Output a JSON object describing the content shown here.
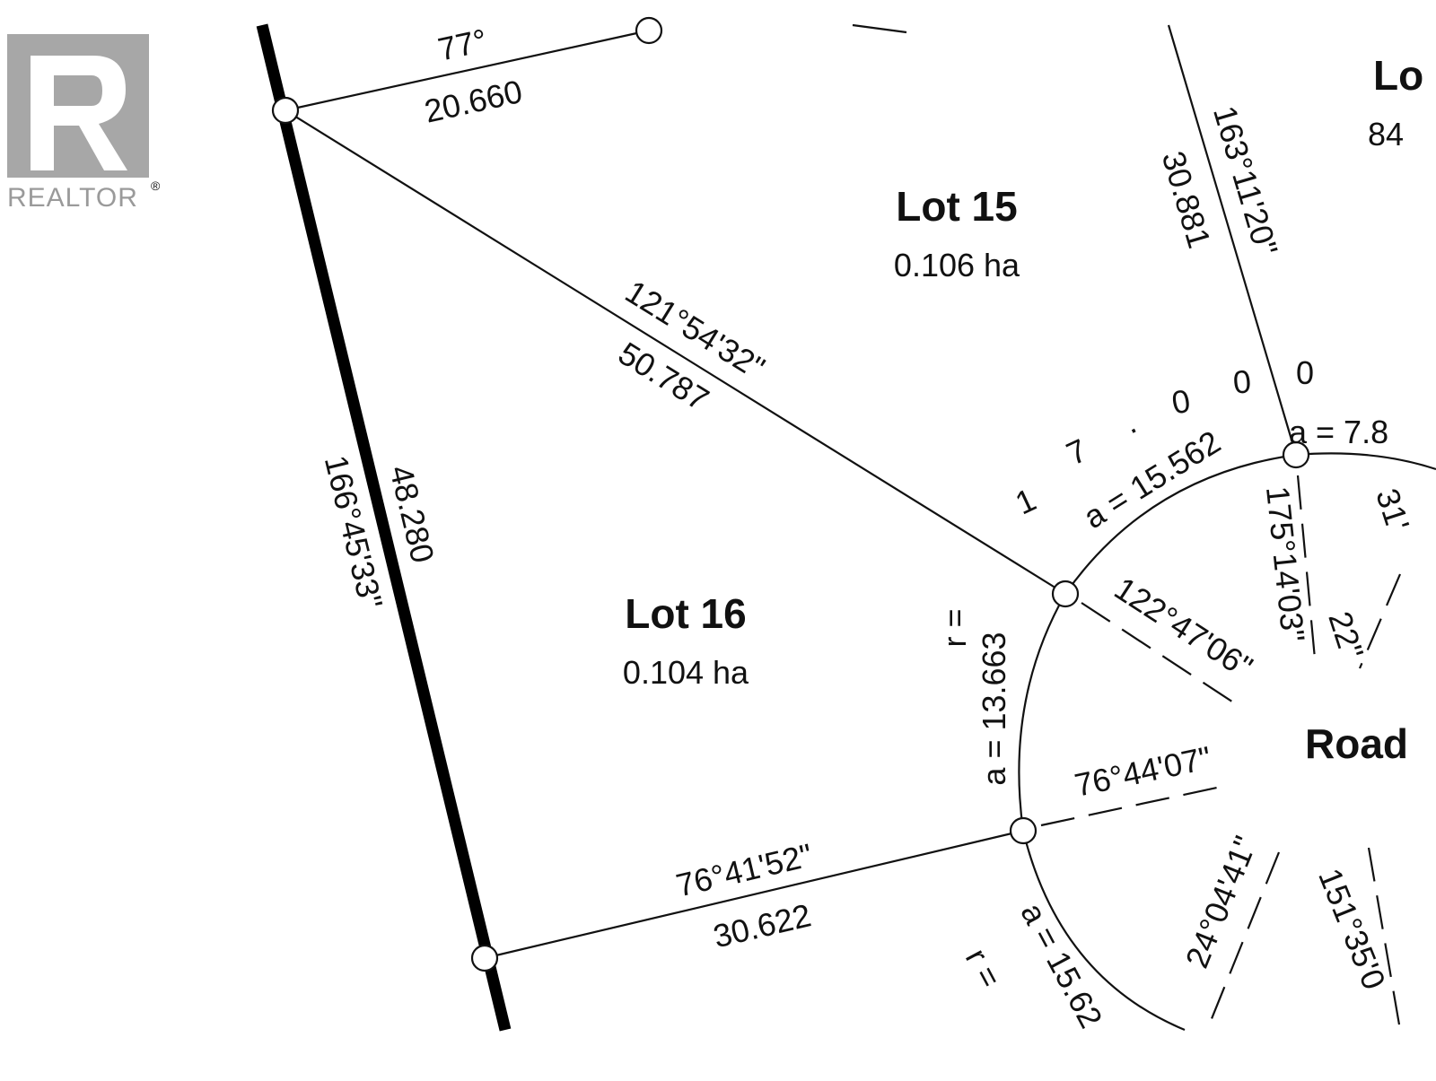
{
  "logo": {
    "text": "REALTOR",
    "mark": "®",
    "icon": "realtor-r-icon",
    "color": "#a7a7a7"
  },
  "lots": [
    {
      "id": "lot-15",
      "name": "Lot 15",
      "area": "0.106 ha"
    },
    {
      "id": "lot-16",
      "name": "Lot 16",
      "area": "0.104 ha"
    },
    {
      "id": "lot-partial",
      "name": "Lo",
      "area": "84"
    }
  ],
  "road": {
    "name": "Road"
  },
  "measurements": {
    "top_bearing": "77°",
    "top_distance": "20.660",
    "diag_bearing": "121°54'32\"",
    "diag_distance": "50.787",
    "left_distance": "48.280",
    "left_bearing": "166°45'33\"",
    "right_bearing": "163°11'20\"",
    "right_distance": "30.881",
    "bottom_bearing": "76°41'52\"",
    "bottom_distance": "30.622",
    "arc_upper": "a = 15.562",
    "arc_left": "a = 13.663",
    "radius_left": "r =",
    "arc_lower": "a = 15.62",
    "radius_lower": "r =",
    "arc_right": "a = 7.8",
    "radius_spaced": [
      "1",
      "7",
      ".",
      "0",
      "0",
      "0"
    ],
    "radial_122": "122°47'06\"",
    "radial_76": "76°44'07\"",
    "radial_175": "175°14'03\"",
    "radial_24": "24°04'41\"",
    "radial_31": "31'",
    "radial_22": "22\"",
    "radial_151": "151°35'0"
  }
}
